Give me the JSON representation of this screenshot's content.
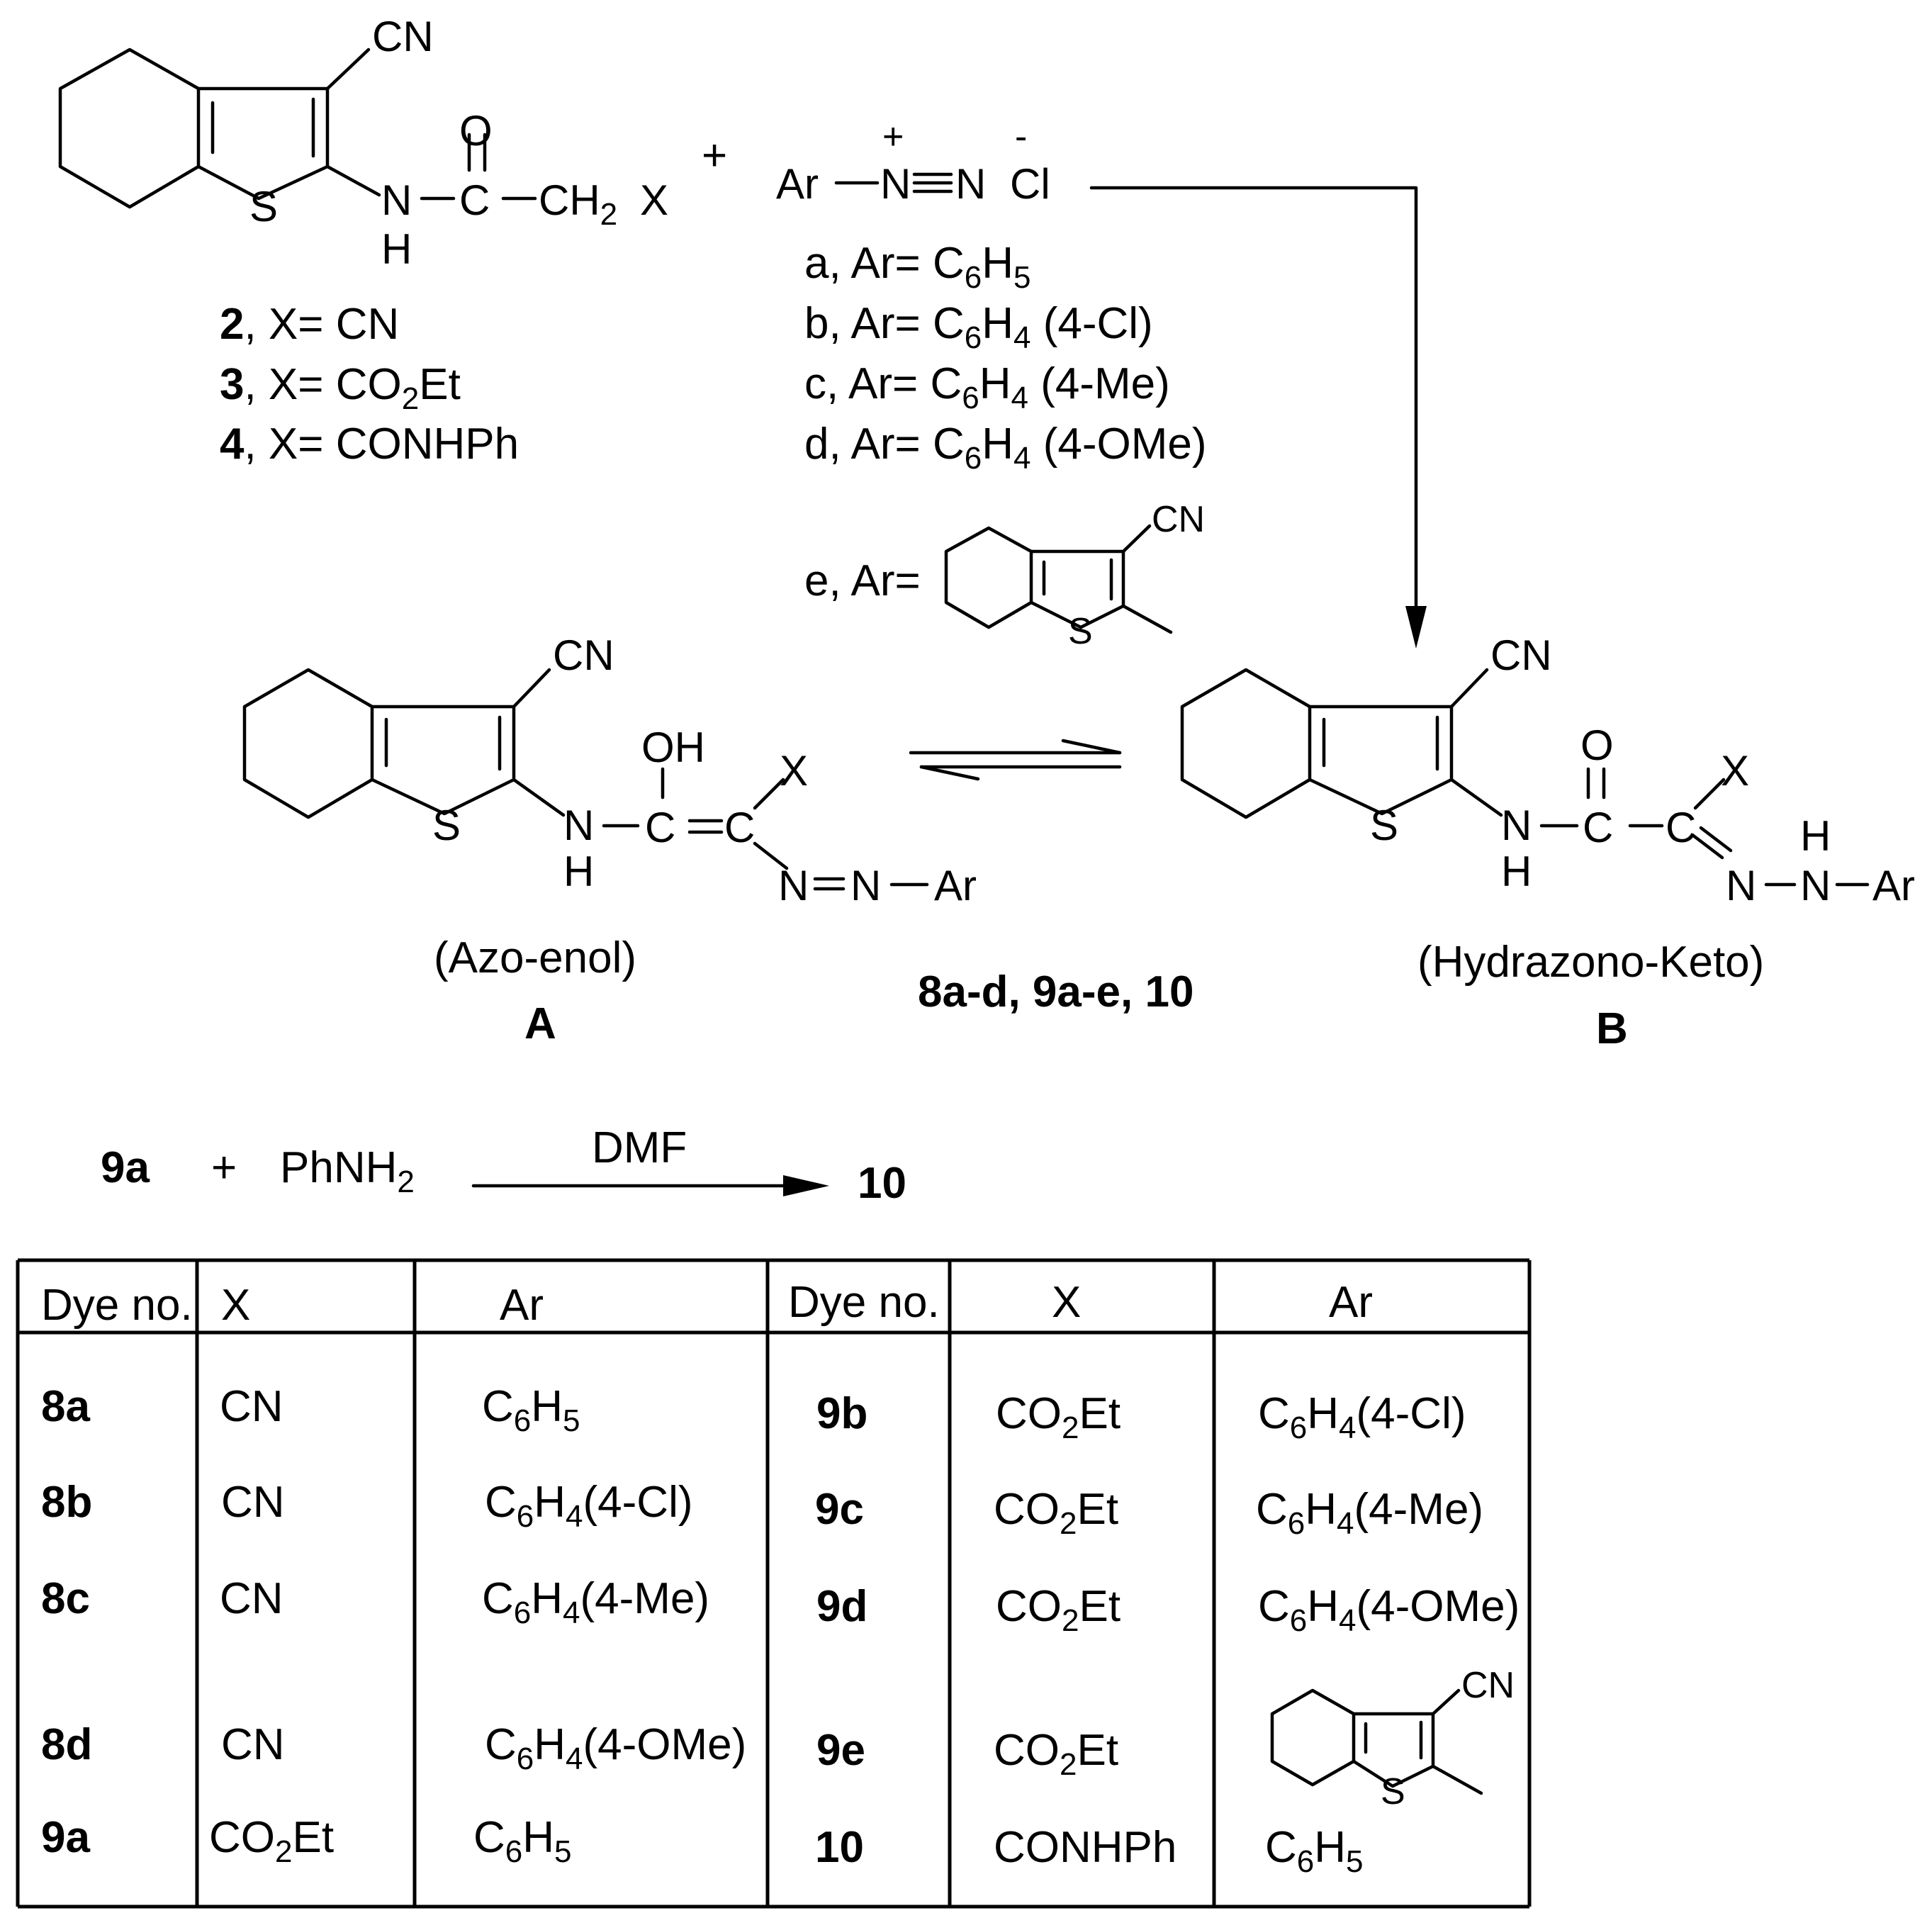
{
  "reactant": {
    "cn": "CN",
    "o": "O",
    "s": "S",
    "n": "N",
    "h": "H",
    "c": "C",
    "ch": "CH",
    "ch_sub": "2",
    "x": "X",
    "plus": "+"
  },
  "substituents": [
    {
      "num": "2",
      "text": ", X= CN"
    },
    {
      "num": "3",
      "text": ", X= CO",
      "sub": "2",
      "tail": "Et"
    },
    {
      "num": "4",
      "text": ", X= CONHPh"
    }
  ],
  "diazonium": {
    "ar": "Ar",
    "n1": "N",
    "n2": "N",
    "cl": "Cl",
    "plus": "+",
    "minus": "-",
    "options": [
      {
        "prefix": "a, Ar= C",
        "s1": "6",
        "m": "H",
        "s2": "5",
        "rest": ""
      },
      {
        "prefix": "b, Ar= C",
        "s1": "6",
        "m": "H",
        "s2": "4",
        "rest": " (4-Cl)"
      },
      {
        "prefix": "c, Ar= C",
        "s1": "6",
        "m": "H",
        "s2": "4",
        "rest": " (4-Me)"
      },
      {
        "prefix": "d, Ar= C",
        "s1": "6",
        "m": "H",
        "s2": "4",
        "rest": " (4-OMe)"
      }
    ],
    "option_e": "e, Ar=",
    "e_cn": "CN",
    "e_s": "S"
  },
  "tautomer_a": {
    "cn": "CN",
    "oh": "OH",
    "x": "X",
    "s": "S",
    "n": "N",
    "h": "H",
    "c1": "C",
    "c2": "C",
    "n_a": "N",
    "n_b": "N",
    "ar": "Ar",
    "caption": "(Azo-enol)",
    "letter": "A"
  },
  "tautomer_b": {
    "cn": "CN",
    "o": "O",
    "x": "X",
    "s": "S",
    "n": "N",
    "h": "H",
    "c1": "C",
    "c2": "C",
    "n_a": "N",
    "n_b": "N",
    "h2": "H",
    "ar": "Ar",
    "caption": "(Hydrazono-Keto)",
    "letter": "B"
  },
  "products_label": "8a-d, 9a-e, 10",
  "second_reaction": {
    "reactant": "9a",
    "plus": "+",
    "reagent": "PhNH",
    "reagent_sub": "2",
    "condition": "DMF",
    "product": "10"
  },
  "table": {
    "headers": [
      "Dye no.",
      "X",
      "Ar",
      "Dye no.",
      "X",
      "Ar"
    ],
    "left_rows": [
      {
        "dye": "8a",
        "x": "CN",
        "ar_m": "H",
        "ar_s2": "5",
        "ar_rest": ""
      },
      {
        "dye": "8b",
        "x": "CN",
        "ar_m": "H",
        "ar_s2": "4",
        "ar_rest": "(4-Cl)"
      },
      {
        "dye": "8c",
        "x": "CN",
        "ar_m": "H",
        "ar_s2": "4",
        "ar_rest": "(4-Me)"
      },
      {
        "dye": "8d",
        "x": "CN",
        "ar_m": "H",
        "ar_s2": "4",
        "ar_rest": "(4-OMe)"
      },
      {
        "dye": "9a",
        "x": "CO",
        "x_sub": "2",
        "x_tail": "Et",
        "ar_m": "H",
        "ar_s2": "5",
        "ar_rest": ""
      }
    ],
    "right_rows": [
      {
        "dye": "9b",
        "x": "CO",
        "x_sub": "2",
        "x_tail": "Et",
        "ar_m": "H",
        "ar_s2": "4",
        "ar_rest": "(4-Cl)"
      },
      {
        "dye": "9c",
        "x": "CO",
        "x_sub": "2",
        "x_tail": "Et",
        "ar_m": "H",
        "ar_s2": "4",
        "ar_rest": "(4-Me)"
      },
      {
        "dye": "9d",
        "x": "CO",
        "x_sub": "2",
        "x_tail": "Et",
        "ar_m": "H",
        "ar_s2": "4",
        "ar_rest": "(4-OMe)"
      },
      {
        "dye": "9e",
        "x": "CO",
        "x_sub": "2",
        "x_tail": "Et"
      },
      {
        "dye": "10",
        "x": "CONHPh",
        "ar_m": "H",
        "ar_s2": "5",
        "ar_rest": ""
      }
    ],
    "ar_c": "C",
    "ar_s1": "6",
    "e_cn": "CN",
    "e_s": "S"
  }
}
